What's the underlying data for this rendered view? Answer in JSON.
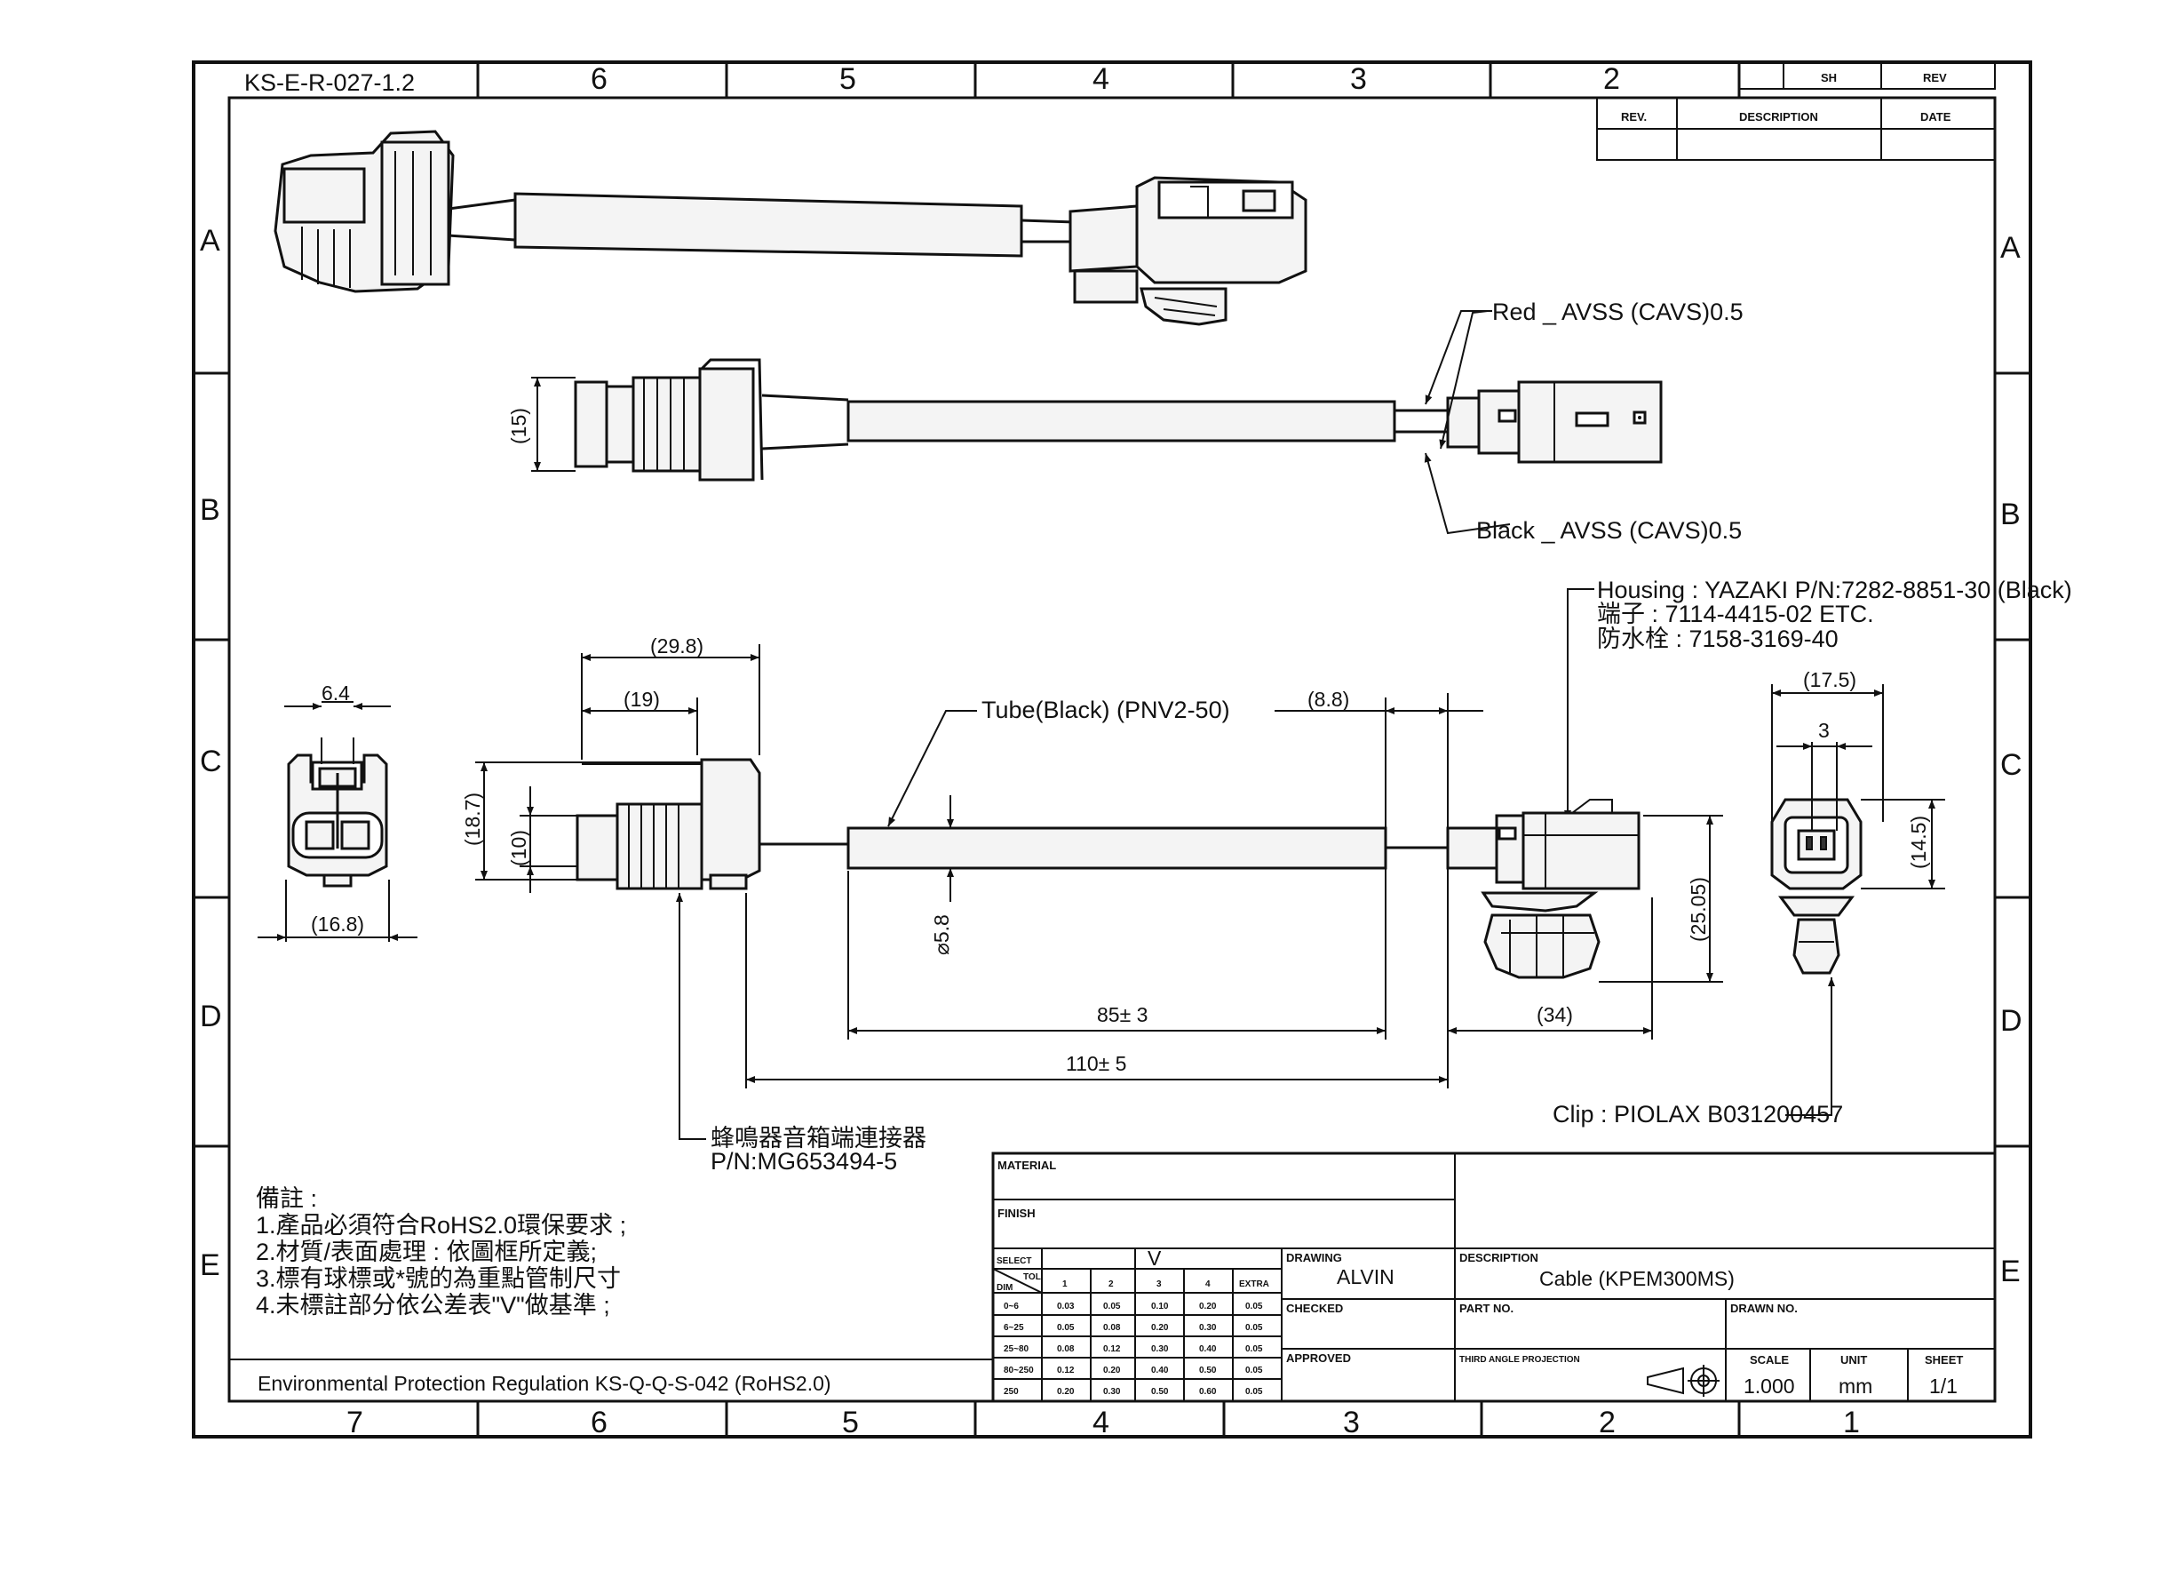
{
  "sheet": {
    "doc_number": "KS-E-R-027-1.2",
    "col_zones_top": [
      "6",
      "5",
      "4",
      "3",
      "2"
    ],
    "col_zones_bottom": [
      "7",
      "6",
      "5",
      "4",
      "3",
      "2",
      "1"
    ],
    "row_zones": [
      "A",
      "B",
      "C",
      "D",
      "E"
    ]
  },
  "revision_block": {
    "sh": "SH",
    "rev": "REV",
    "rev_col": "REV.",
    "description_col": "DESCRIPTION",
    "date_col": "DATE"
  },
  "callouts": {
    "red_wire": "Red _ AVSS (CAVS)0.5",
    "black_wire": "Black _ AVSS (CAVS)0.5",
    "housing": "Housing : YAZAKI P/N:7282-8851-30  (Black)",
    "terminal": "端子 : 7114-4415-02 ETC.",
    "seal": "防水栓 : 7158-3169-40",
    "tube": "Tube(Black) (PNV2-50)",
    "buzzer_connector": "蜂鳴器音箱端連接器",
    "buzzer_pn": "P/N:MG653494-5",
    "clip": "Clip : PIOLAX B031200457"
  },
  "dimensions": {
    "d15": "(15)",
    "d6_4": "6.4",
    "d16_8": "(16.8)",
    "d29_8": "(29.8)",
    "d19": "(19)",
    "d18_7": "(18.7)",
    "d10": "(10)",
    "d5_8": "⌀5.8",
    "d8_8": "(8.8)",
    "d85": "85± 3",
    "d110": "110± 5",
    "d34": "(34)",
    "d25_05": "(25.05)",
    "d17_5": "(17.5)",
    "d3": "3",
    "d14_5": "(14.5)"
  },
  "notes": {
    "title": "備註 :",
    "lines": [
      "1.產品必須符合RoHS2.0環保要求 ;",
      "2.材質/表面處理 : 依圖框所定義;",
      "3.標有球標或*號的為重點管制尺寸",
      "4.未標註部分依公差表\"V\"做基準 ;"
    ],
    "environment": "Environmental Protection Regulation KS-Q-Q-S-042 (RoHS2.0)"
  },
  "title_block": {
    "material_label": "MATERIAL",
    "finish_label": "FINISH",
    "drawing_label": "DRAWING",
    "drawing_value": "ALVIN",
    "checked_label": "CHECKED",
    "approved_label": "APPROVED",
    "description_label": "DESCRIPTION",
    "description_value": "Cable (KPEM300MS)",
    "part_no_label": "PART NO.",
    "drawn_no_label": "DRAWN NO.",
    "projection_label": "THIRD ANGLE PROJECTION",
    "scale_label": "SCALE",
    "scale_value": "1.000",
    "unit_label": "UNIT",
    "unit_value": "mm",
    "sheet_label": "SHEET",
    "sheet_value": "1/1"
  },
  "tolerance_table": {
    "select_label": "SELECT",
    "v_label": "V",
    "tol_label": "TOL",
    "dim_label": "DIM",
    "columns": [
      "1",
      "2",
      "3",
      "4",
      "EXTRA"
    ],
    "rows": [
      {
        "range": "0~6",
        "values": [
          "0.03",
          "0.05",
          "0.10",
          "0.20",
          "0.05"
        ]
      },
      {
        "range": "6~25",
        "values": [
          "0.05",
          "0.08",
          "0.20",
          "0.30",
          "0.05"
        ]
      },
      {
        "range": "25~80",
        "values": [
          "0.08",
          "0.12",
          "0.30",
          "0.40",
          "0.05"
        ]
      },
      {
        "range": "80~250",
        "values": [
          "0.12",
          "0.20",
          "0.40",
          "0.50",
          "0.05"
        ]
      },
      {
        "range": "250",
        "values": [
          "0.20",
          "0.30",
          "0.50",
          "0.60",
          "0.05"
        ]
      }
    ]
  }
}
